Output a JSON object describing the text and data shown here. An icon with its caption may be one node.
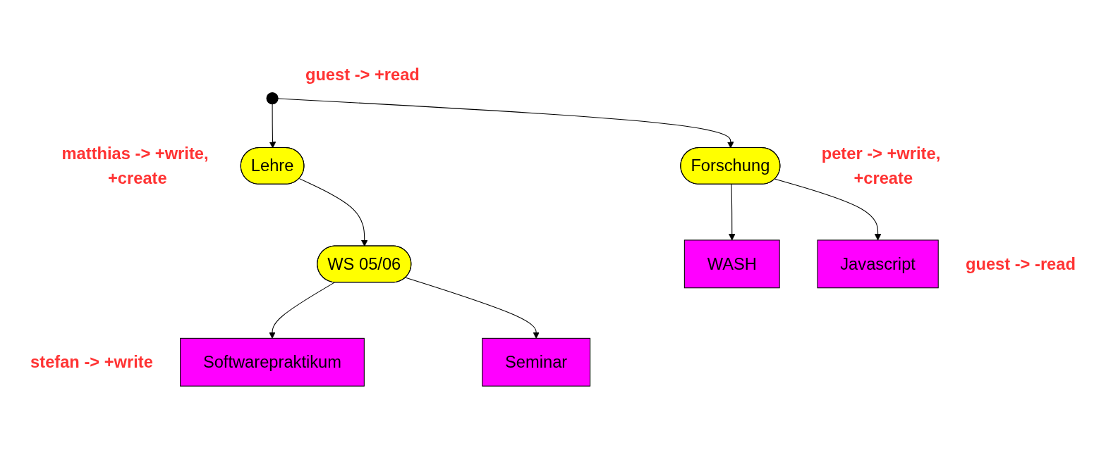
{
  "diagram": {
    "nodes": [
      {
        "text": [],
        "shape": "circle",
        "beside": [
          "guest -> +read"
        ]
      },
      {
        "text": [
          "Lehre"
        ],
        "beside": [
          "matthias -> +write, +create"
        ]
      },
      {
        "text": [
          "Forschung"
        ],
        "beside": [
          "peter -> +write, +create"
        ]
      },
      {
        "text": [
          "WS 05/06"
        ]
      },
      {
        "text": [
          "WASH"
        ]
      },
      {
        "text": [
          "Javascript"
        ],
        "beside": [
          "guest -> -read"
        ]
      },
      {
        "text": [
          "Softwarepraktikum"
        ],
        "beside": [
          "stefan -> +write"
        ]
      },
      {
        "text": [
          "Seminar"
        ]
      }
    ],
    "edges": [
      {
        "from": 0,
        "to": 1,
        "arrow": "to"
      },
      {
        "from": 0,
        "to": 2,
        "arrow": "to"
      },
      {
        "from": 1,
        "to": 3,
        "arrow": "to"
      },
      {
        "from": 2,
        "to": 4,
        "arrow": "to"
      },
      {
        "from": 2,
        "to": 5,
        "arrow": "to"
      },
      {
        "from": 3,
        "to": 6,
        "arrow": "to"
      },
      {
        "from": 3,
        "to": 7,
        "arrow": "to"
      }
    ]
  }
}
